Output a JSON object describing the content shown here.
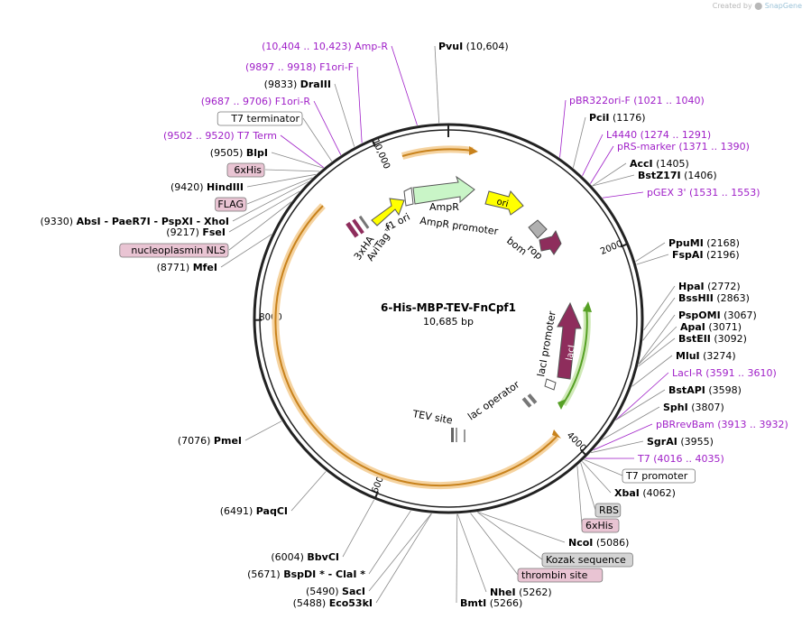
{
  "credit": {
    "prefix": "Created by",
    "brand": "SnapGene"
  },
  "plasmid": {
    "name": "6-His-MBP-TEV-FnCpf1",
    "size_label": "10,685 bp",
    "length": 10685
  },
  "ticks": [
    "2000",
    "4000",
    "6000",
    "8000",
    "10,000"
  ],
  "colors": {
    "primer": "#a020c8",
    "site": "#000000",
    "backbone": "#222222",
    "orf_orange": "#e8a040",
    "green": "#7ac142"
  },
  "site_labels": [
    {
      "id": "pvui",
      "name": "PvuI",
      "pos": "(10,604)",
      "kind": "site",
      "coord": 10604
    },
    {
      "id": "amp-r",
      "name": "Amp-R",
      "pos": "(10,404 .. 10,423)",
      "kind": "primer",
      "coord": 10413
    },
    {
      "id": "f1ori-f",
      "name": "F1ori-F",
      "pos": "(9897 .. 9918)",
      "kind": "primer",
      "coord": 9907
    },
    {
      "id": "draiii",
      "name": "DraIII",
      "pos": "(9833)",
      "kind": "site",
      "coord": 9833
    },
    {
      "id": "f1ori-r",
      "name": "F1ori-R",
      "pos": "(9687 .. 9706)",
      "kind": "primer",
      "coord": 9696
    },
    {
      "id": "t7-terminator",
      "name": "T7 terminator",
      "pos": "",
      "kind": "box",
      "coord": 9600
    },
    {
      "id": "t7-term",
      "name": "T7 Term",
      "pos": "(9502 .. 9520)",
      "kind": "primer",
      "coord": 9511
    },
    {
      "id": "blpi",
      "name": "BlpI",
      "pos": "(9505)",
      "kind": "site",
      "coord": 9505
    },
    {
      "id": "6xhis-top",
      "name": "6xHis",
      "pos": "",
      "kind": "tag",
      "coord": 9460
    },
    {
      "id": "hindiii",
      "name": "HindIII",
      "pos": "(9420)",
      "kind": "site",
      "coord": 9420
    },
    {
      "id": "flag",
      "name": "FLAG",
      "pos": "",
      "kind": "tag",
      "coord": 9380
    },
    {
      "id": "absi-group",
      "name": "AbsI - PaeR7I - PspXI - XhoI",
      "pos": "(9330)",
      "kind": "site",
      "coord": 9330
    },
    {
      "id": "fsei",
      "name": "FseI",
      "pos": "(9217)",
      "kind": "site",
      "coord": 9217
    },
    {
      "id": "nls",
      "name": "nucleoplasmin NLS",
      "pos": "",
      "kind": "tag",
      "coord": 9100
    },
    {
      "id": "mfei",
      "name": "MfeI",
      "pos": "(8771)",
      "kind": "site",
      "coord": 8771
    },
    {
      "id": "pbr322ori-f",
      "name": "pBR322ori-F",
      "pos": "(1021 .. 1040)",
      "kind": "primer",
      "coord": 1030
    },
    {
      "id": "pcii",
      "name": "PciI",
      "pos": "(1176)",
      "kind": "site",
      "coord": 1176
    },
    {
      "id": "l4440",
      "name": "L4440",
      "pos": "(1274 .. 1291)",
      "kind": "primer",
      "coord": 1282
    },
    {
      "id": "prs-marker",
      "name": "pRS-marker",
      "pos": "(1371 .. 1390)",
      "kind": "primer",
      "coord": 1380
    },
    {
      "id": "acci",
      "name": "AccI",
      "pos": "(1405)",
      "kind": "site",
      "coord": 1405
    },
    {
      "id": "bstz17i",
      "name": "BstZ17I",
      "pos": "(1406)",
      "kind": "site",
      "coord": 1406
    },
    {
      "id": "pgex3",
      "name": "pGEX 3'",
      "pos": "(1531 .. 1553)",
      "kind": "primer",
      "coord": 1542
    },
    {
      "id": "ppumi",
      "name": "PpuMI",
      "pos": "(2168)",
      "kind": "site",
      "coord": 2168
    },
    {
      "id": "fspai",
      "name": "FspAI",
      "pos": "(2196)",
      "kind": "site",
      "coord": 2196
    },
    {
      "id": "hpai",
      "name": "HpaI",
      "pos": "(2772)",
      "kind": "site",
      "coord": 2772
    },
    {
      "id": "bsshii",
      "name": "BssHII",
      "pos": "(2863)",
      "kind": "site",
      "coord": 2863
    },
    {
      "id": "pspomi",
      "name": "PspOMI",
      "pos": "(3067)",
      "kind": "site",
      "coord": 3067
    },
    {
      "id": "apai",
      "name": "ApaI",
      "pos": "(3071)",
      "kind": "site",
      "coord": 3071
    },
    {
      "id": "bsteii",
      "name": "BstEII",
      "pos": "(3092)",
      "kind": "site",
      "coord": 3092
    },
    {
      "id": "mlui",
      "name": "MluI",
      "pos": "(3274)",
      "kind": "site",
      "coord": 3274
    },
    {
      "id": "laci-r",
      "name": "LacI-R",
      "pos": "(3591 .. 3610)",
      "kind": "primer",
      "coord": 3600
    },
    {
      "id": "bstapi",
      "name": "BstAPI",
      "pos": "(3598)",
      "kind": "site",
      "coord": 3598
    },
    {
      "id": "sphi",
      "name": "SphI",
      "pos": "(3807)",
      "kind": "site",
      "coord": 3807
    },
    {
      "id": "pbrrevbam",
      "name": "pBRrevBam",
      "pos": "(3913 .. 3932)",
      "kind": "primer",
      "coord": 3922
    },
    {
      "id": "sgrai",
      "name": "SgrAI",
      "pos": "(3955)",
      "kind": "site",
      "coord": 3955
    },
    {
      "id": "t7",
      "name": "T7",
      "pos": "(4016 .. 4035)",
      "kind": "primer",
      "coord": 4025
    },
    {
      "id": "t7-promoter",
      "name": "T7 promoter",
      "pos": "",
      "kind": "box",
      "coord": 4040
    },
    {
      "id": "xbai",
      "name": "XbaI",
      "pos": "(4062)",
      "kind": "site",
      "coord": 4062
    },
    {
      "id": "rbs",
      "name": "RBS",
      "pos": "",
      "kind": "gray",
      "coord": 4080
    },
    {
      "id": "6xhis-bottom",
      "name": "6xHis",
      "pos": "",
      "kind": "tag",
      "coord": 4120
    },
    {
      "id": "ncoi",
      "name": "NcoI",
      "pos": "(5086)",
      "kind": "site",
      "coord": 5086
    },
    {
      "id": "kozak",
      "name": "Kozak sequence",
      "pos": "",
      "kind": "gray",
      "coord": 5090
    },
    {
      "id": "thrombin",
      "name": "thrombin site",
      "pos": "",
      "kind": "tag",
      "coord": 5150
    },
    {
      "id": "ndei",
      "name": "NheI",
      "pos": "(5262)",
      "kind": "site",
      "coord": 5262
    },
    {
      "id": "bmti",
      "name": "BmtI",
      "pos": "(5266)",
      "kind": "site",
      "coord": 5266
    },
    {
      "id": "saci",
      "name": "SacI",
      "pos": "(5490)",
      "kind": "site",
      "coord": 5490
    },
    {
      "id": "eco53ki",
      "name": "Eco53kI",
      "pos": "(5488)",
      "kind": "site",
      "coord": 5488
    },
    {
      "id": "bspdi",
      "name": "BspDI * - ClaI *",
      "pos": "(5671)",
      "kind": "site",
      "coord": 5671
    },
    {
      "id": "bbvci",
      "name": "BbvCI",
      "pos": "(6004)",
      "kind": "site",
      "coord": 6004
    },
    {
      "id": "paqci",
      "name": "PaqCI",
      "pos": "(6491)",
      "kind": "site",
      "coord": 6491
    },
    {
      "id": "pmei",
      "name": "PmeI",
      "pos": "(7076)",
      "kind": "site",
      "coord": 7076
    }
  ],
  "feature_labels": {
    "ampr": "AmpR",
    "ampr_promoter": "AmpR promoter",
    "f1_ori": "f1 ori",
    "ori": "ori",
    "bom": "bom",
    "rop": "rop",
    "laci": "lacI",
    "laci_promoter": "lacI promoter",
    "lac_operator": "lac operator",
    "tev_site": "TEV site",
    "ha_3x": "3xHA",
    "avitag": "AviTag™"
  }
}
